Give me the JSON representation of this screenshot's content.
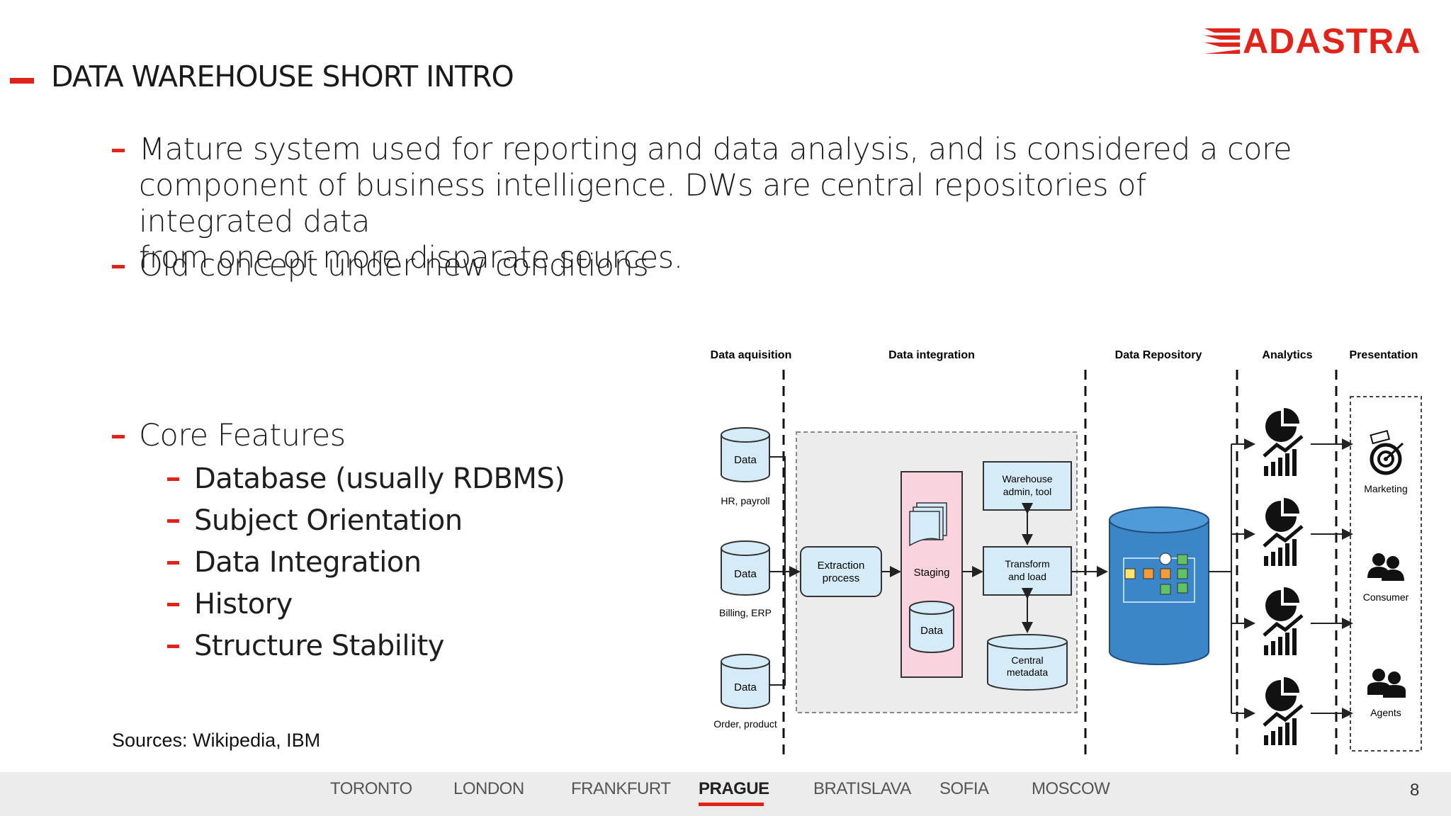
{
  "header": {
    "logo_text": "ADASTRA",
    "title": "DATA WAREHOUSE SHORT INTRO"
  },
  "bullets": {
    "b1_line1": "Mature system used for reporting and data analysis, and is considered a core",
    "b1_line2": "component of business intelligence. DWs are central repositories of integrated data",
    "b1_line3": "from one or more disparate sources.",
    "b2": "Old concept under new conditions",
    "b3": "Core Features",
    "sub": [
      "Database (usually RDBMS)",
      "Subject Orientation",
      "Data Integration",
      "History",
      "Structure Stability"
    ]
  },
  "sources": "Sources: Wikipedia, IBM",
  "diagram": {
    "col_headers": [
      "Data aquisition",
      "Data integration",
      "Data Repository",
      "Analytics",
      "Presentation"
    ],
    "sources": [
      {
        "label": "Data",
        "caption": "HR, payroll"
      },
      {
        "label": "Data",
        "caption": "Billing, ERP"
      },
      {
        "label": "Data",
        "caption": "Order, product"
      }
    ],
    "extraction": [
      "Extraction",
      "process"
    ],
    "staging": "Staging",
    "staging_data": "Data",
    "warehouse_admin": [
      "Warehouse",
      "admin, tool"
    ],
    "transform": [
      "Transform",
      "and load"
    ],
    "central_metadata": [
      "Central",
      "metadata"
    ],
    "presentation": [
      "Marketing",
      "Consumer",
      "Agents"
    ]
  },
  "footer": {
    "cities": [
      "TORONTO",
      "LONDON",
      "FRANKFURT",
      "PRAGUE",
      "BRATISLAVA",
      "SOFIA",
      "MOSCOW"
    ],
    "active_city": "PRAGUE",
    "page_number": "8"
  },
  "colors": {
    "accent": "#e2231a",
    "box_fill": "#d5ecf8",
    "staging_fill": "#f9d3de",
    "repo_fill": "#3a86c8"
  }
}
